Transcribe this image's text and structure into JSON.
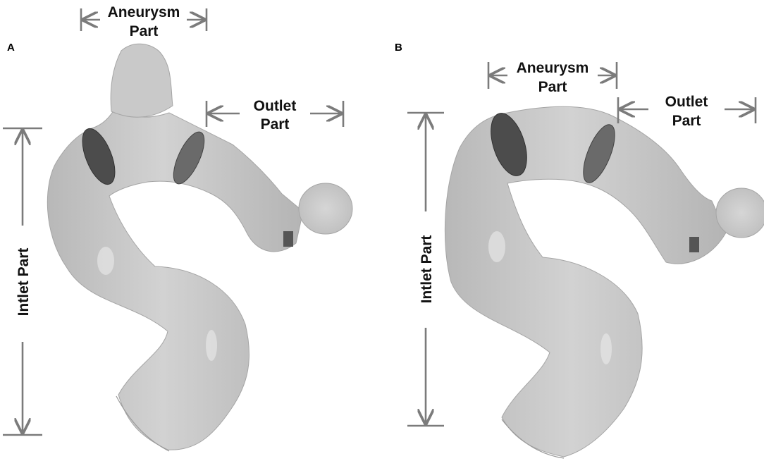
{
  "panels": [
    {
      "letter": "A",
      "labels": {
        "aneurysm_line1": "Aneurysm",
        "aneurysm_line2": "Part",
        "outlet_line1": "Outlet",
        "outlet_line2": "Part",
        "inlet": "Intlet Part"
      }
    },
    {
      "letter": "B",
      "labels": {
        "aneurysm_line1": "Aneurysm",
        "aneurysm_line2": "Part",
        "outlet_line1": "Outlet",
        "outlet_line2": "Part",
        "inlet": "Intlet Part"
      }
    }
  ],
  "colors": {
    "vessel": "#c7c7c7",
    "vessel_shade": "#a9a9a9",
    "cut_plane": "#4a4a4a",
    "dimension_line": "#7b7b7b",
    "text": "#111111"
  }
}
